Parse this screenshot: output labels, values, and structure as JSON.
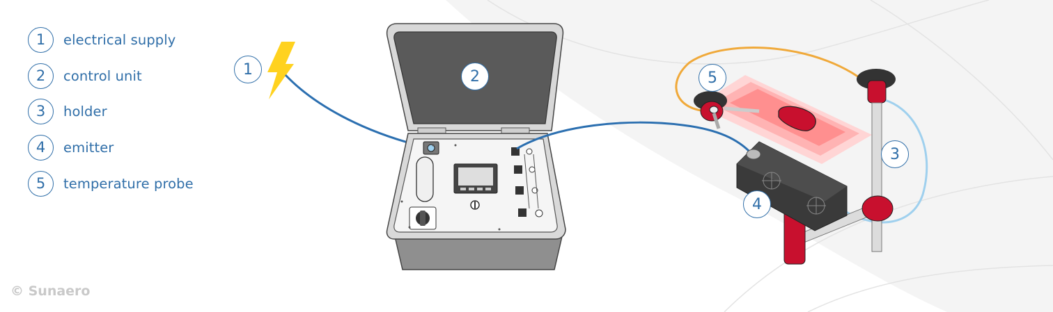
{
  "legend": [
    {
      "number": "1",
      "label": "electrical supply"
    },
    {
      "number": "2",
      "label": "control unit"
    },
    {
      "number": "3",
      "label": "holder"
    },
    {
      "number": "4",
      "label": "emitter"
    },
    {
      "number": "5",
      "label": "temperature probe"
    }
  ],
  "callouts": {
    "supply": "1",
    "control_unit": "2",
    "holder": "3",
    "emitter": "4",
    "probe": "5"
  },
  "copyright": "© Sunaero",
  "colors": {
    "accent_blue": "#2f6ea8",
    "cable_blue": "#2b6fb0",
    "cable_light_blue": "#9fd0ee",
    "cable_orange": "#f0a93a",
    "bolt_yellow": "#ffd21f",
    "case_grey": "#8f8f8f",
    "lid_dark": "#5a5a5a",
    "holder_red": "#c8102e",
    "heat_zone": "#ff6b6b"
  }
}
